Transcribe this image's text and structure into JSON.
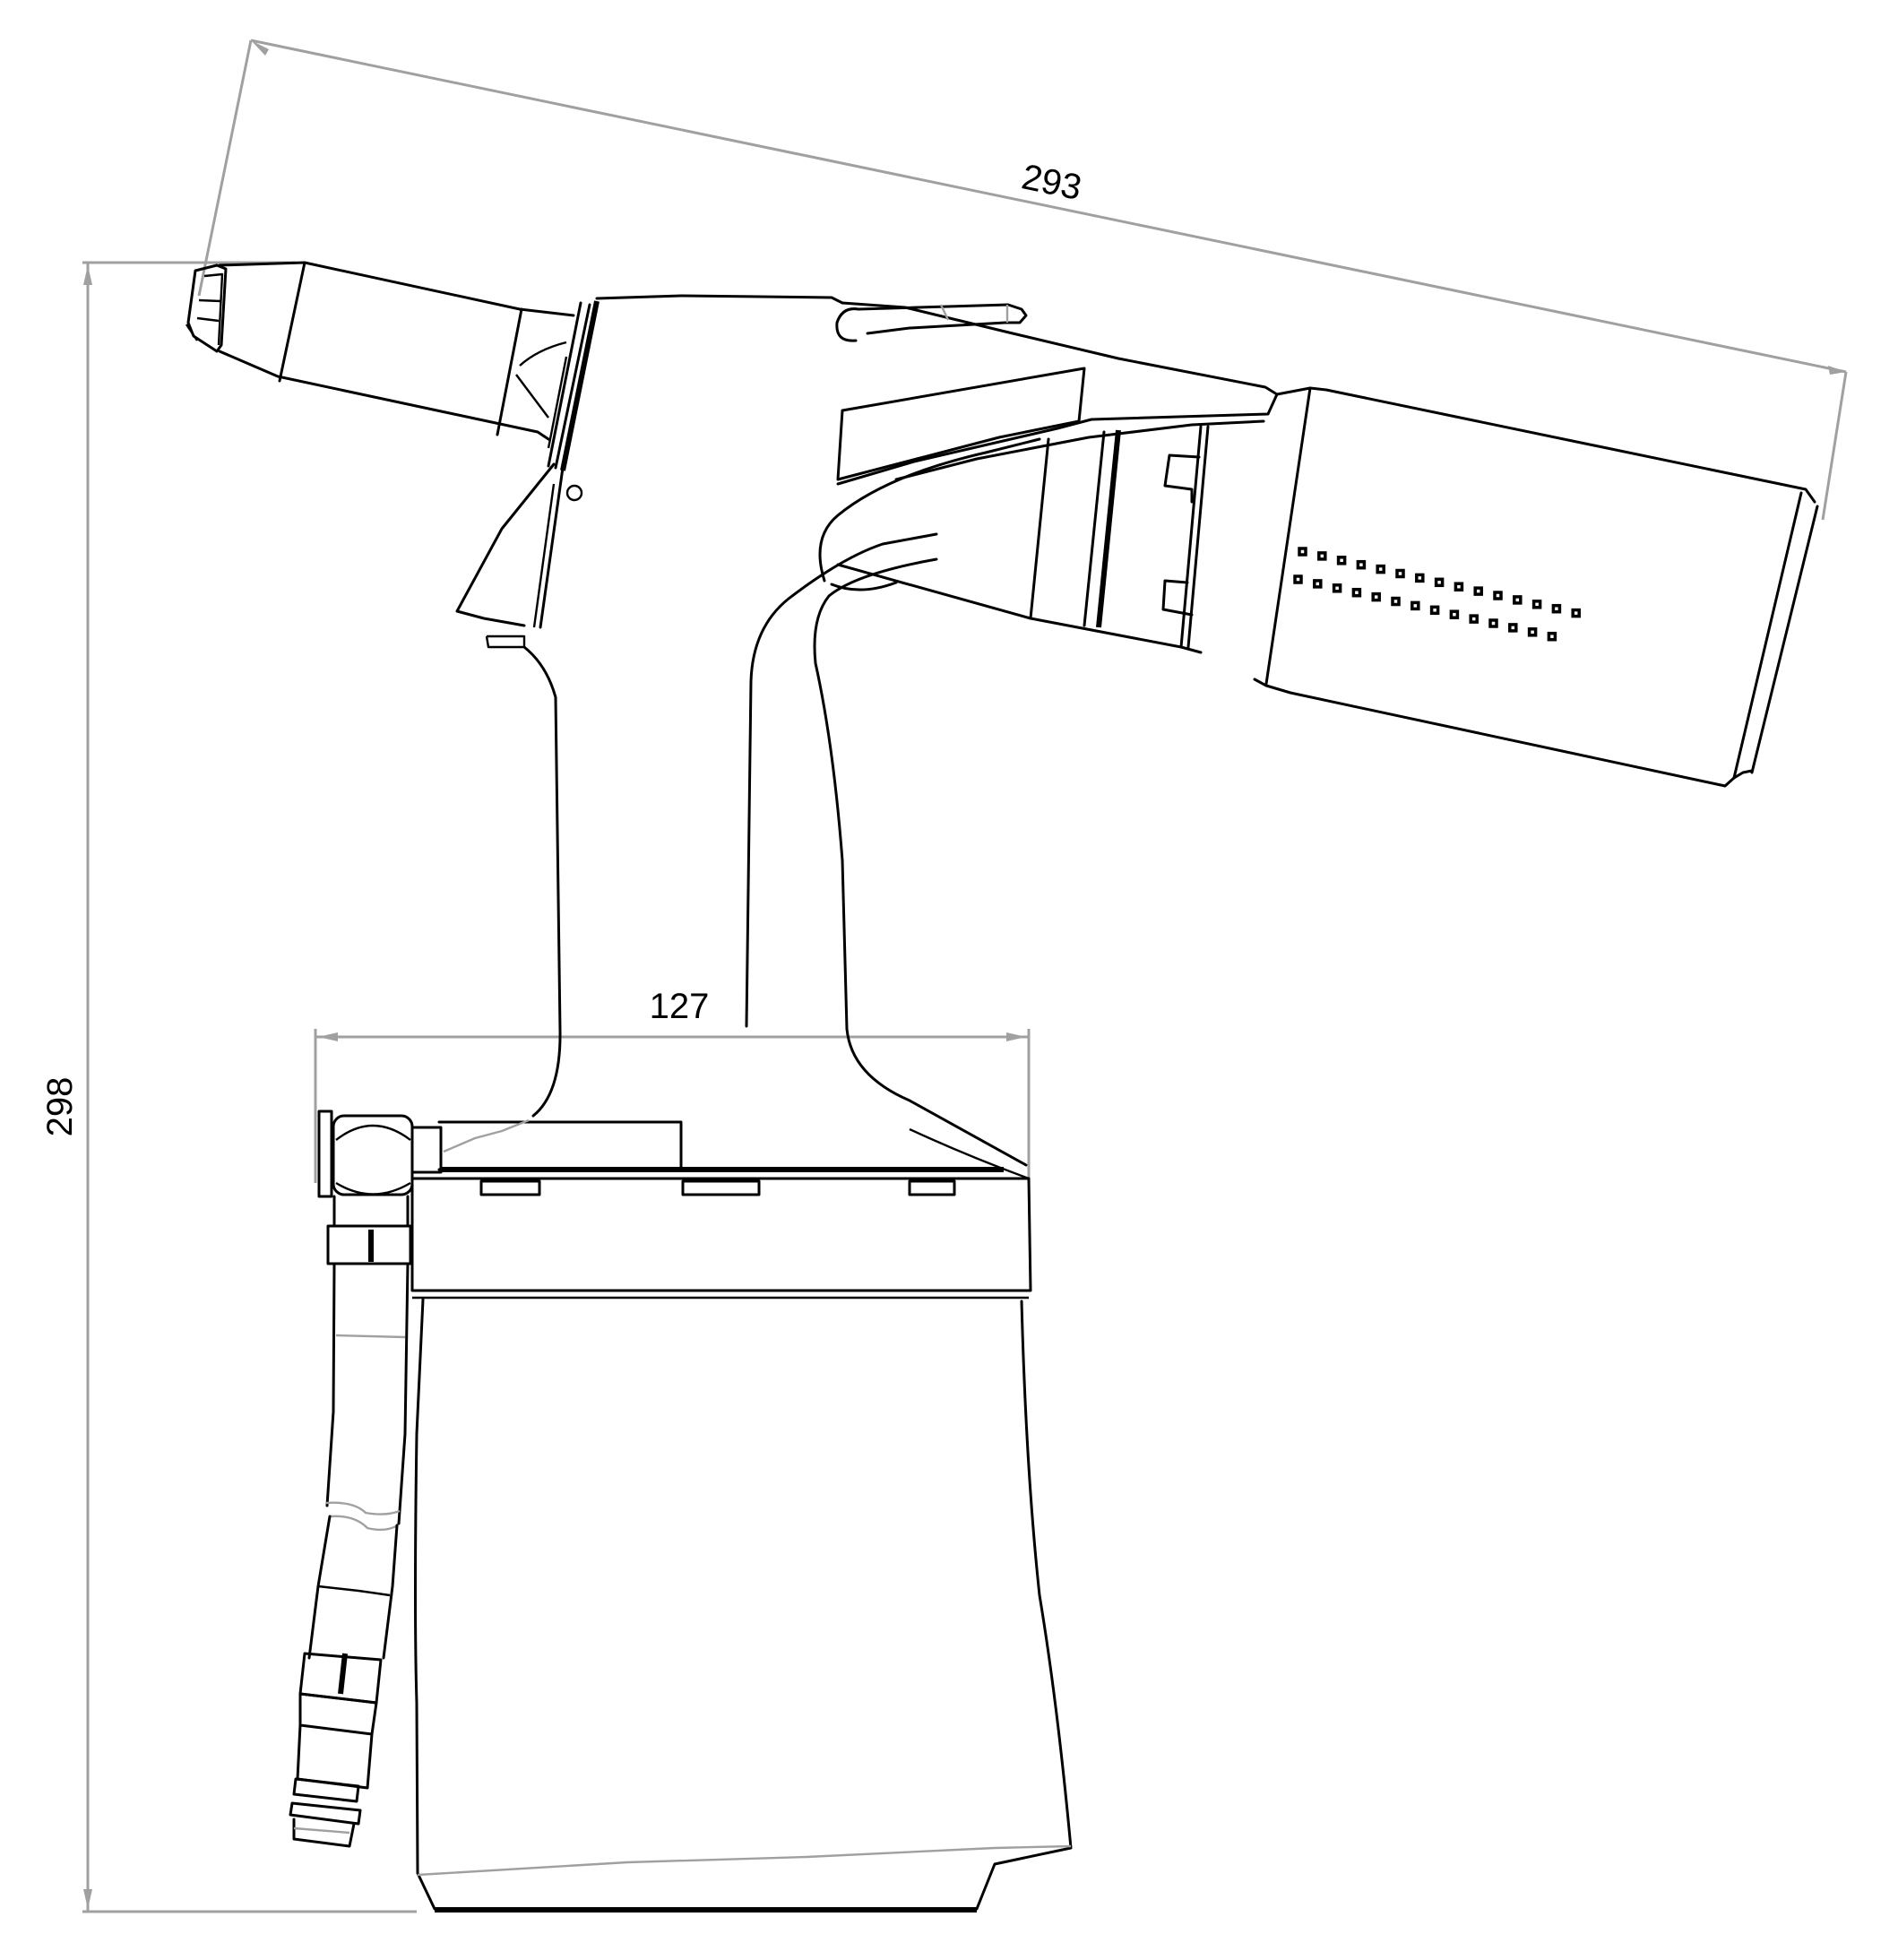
{
  "drawing": {
    "subject": "pneumatic rivet tool side view",
    "line_color": "#000000",
    "dimension_line_color": "#a0a0a0",
    "background": "#ffffff"
  },
  "dimensions": {
    "overall_length": {
      "value": "293",
      "orientation": "diagonal along tool head"
    },
    "overall_height": {
      "value": "298",
      "orientation": "vertical"
    },
    "base_width": {
      "value": "127",
      "orientation": "horizontal"
    }
  },
  "parts": [
    "nose-piece",
    "front-head",
    "trigger",
    "handle",
    "rear-cylinder",
    "exhaust-vents",
    "air-swivel-fitting",
    "air-hose",
    "hose-coupling",
    "base-plate",
    "reservoir-body"
  ]
}
